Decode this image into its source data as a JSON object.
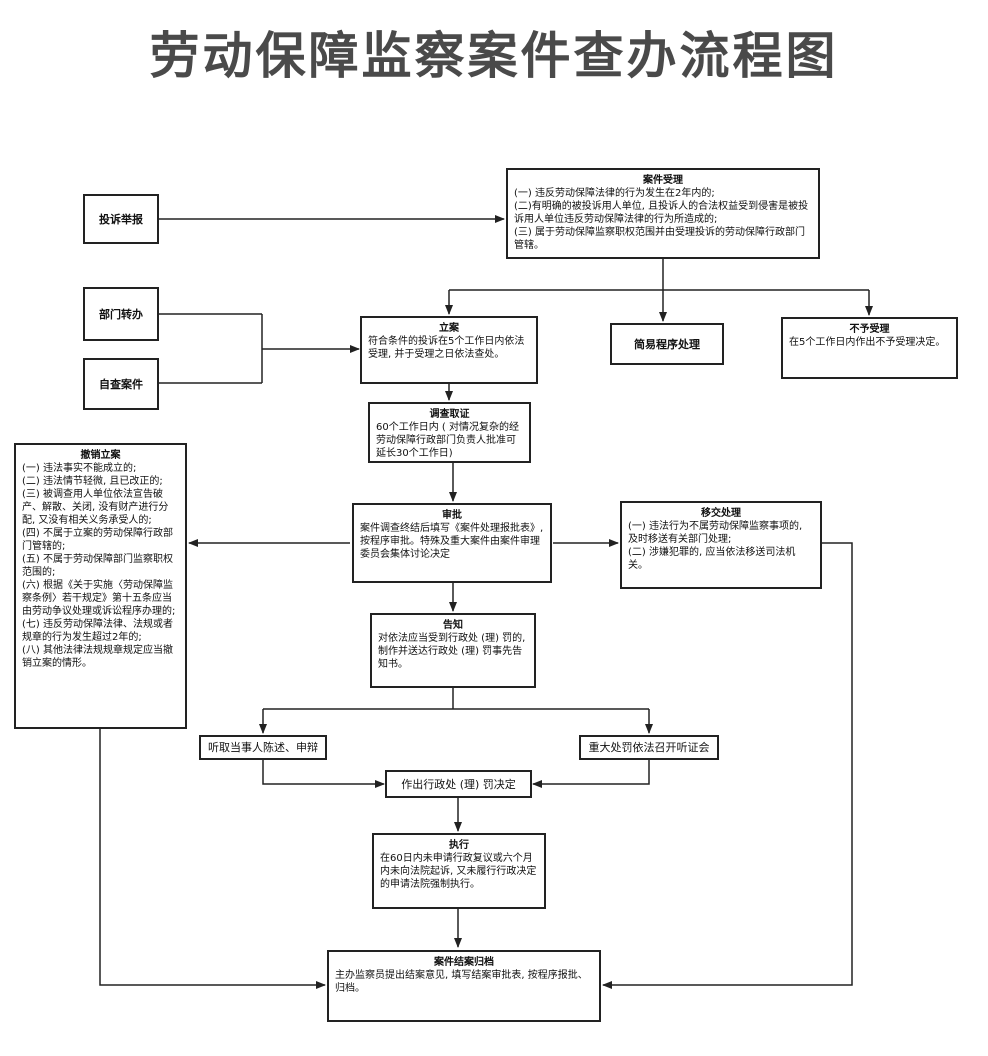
{
  "title": "劳动保障监察案件查办流程图",
  "nodes": {
    "complaint": "投诉举报",
    "referral": "部门转办",
    "self_check": "自查案件",
    "acceptance": {
      "title": "案件受理",
      "body": "(一) 违反劳动保障法律的行为发生在2年内的;\n(二)有明确的被投诉用人单位, 且投诉人的合法权益受到侵害是被投诉用人单位违反劳动保障法律的行为所造成的;\n(三) 属于劳动保障监察职权范围并由受理投诉的劳动保障行政部门管辖。"
    },
    "filing": {
      "title": "立案",
      "body": "符合条件的投诉在5个工作日内依法受理, 并于受理之日依法查处。"
    },
    "simple": "简易程序处理",
    "reject": {
      "title": "不予受理",
      "body": "在5个工作日内作出不予受理决定。"
    },
    "investigation": {
      "title": "调查取证",
      "body": "60个工作日内 (  对情况复杂的经劳动保障行政部门负责人批准可延长30个工作日)"
    },
    "revoke": {
      "title": "撤销立案",
      "body": "(一) 违法事实不能成立的;\n(二) 违法情节轻微, 且已改正的;\n(三) 被调查用人单位依法宣告破产、解散、关闭, 没有财产进行分配, 又没有相关义务承受人的;\n(四) 不属于立案的劳动保障行政部门管辖的;\n(五) 不属于劳动保障部门监察职权范围的;\n(六) 根据《关于实施〈劳动保障监察条例〉若干规定》第十五条应当由劳动争议处理或诉讼程序办理的;\n(七) 违反劳动保障法律、法规或者规章的行为发生超过2年的;\n(八) 其他法律法规规章规定应当撤销立案的情形。"
    },
    "approval": {
      "title": "审批",
      "body": "案件调查终结后填写《案件处理报批表》, 按程序审批。特殊及重大案件由案件审理委员会集体讨论决定"
    },
    "transfer": {
      "title": "移交处理",
      "body": "(一) 违法行为不属劳动保障监察事项的, 及时移送有关部门处理;\n(二) 涉嫌犯罪的, 应当依法移送司法机关。"
    },
    "notice": {
      "title": "告知",
      "body": "对依法应当受到行政处 (理) 罚的, 制作并送达行政处 (理) 罚事先告知书。"
    },
    "hearing_statement": "听取当事人陈述、申辩",
    "hearing_major": "重大处罚依法召开听证会",
    "decision": "作出行政处 (理) 罚决定",
    "execution": {
      "title": "执行",
      "body": "在60日内未申请行政复议或六个月内未向法院起诉, 又未履行行政决定的申请法院强制执行。"
    },
    "closing": {
      "title": "案件结案归档",
      "body": "主办监察员提出结案意见, 填写结案审批表, 按程序报批、归档。"
    }
  }
}
